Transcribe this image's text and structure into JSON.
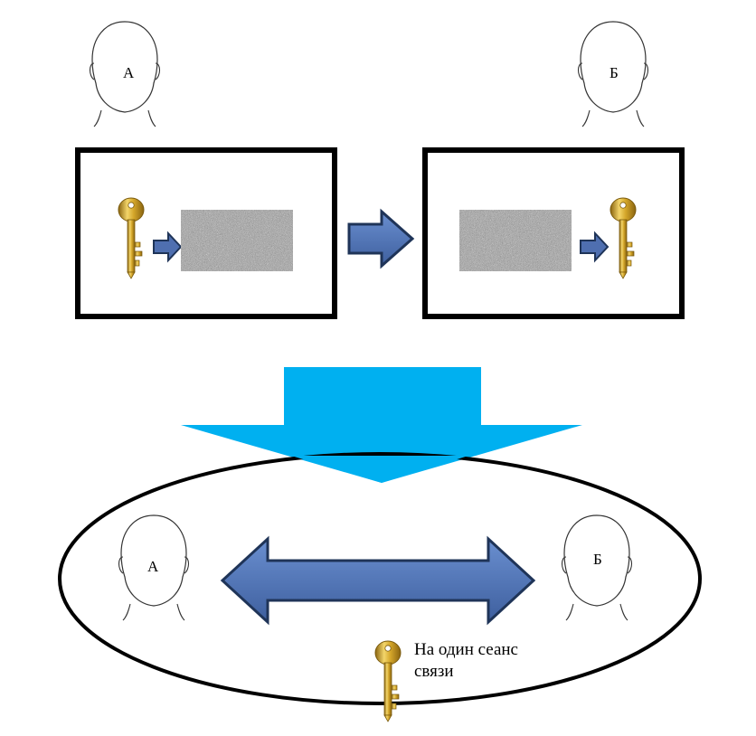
{
  "parties": {
    "a_label": "А",
    "b_label": "Б"
  },
  "session_key_caption": {
    "line1": "На один сеанс",
    "line2": "связи"
  },
  "colors": {
    "box_border": "#000000",
    "small_arrow_fill": "#4f6fb0",
    "small_arrow_stroke": "#1f3458",
    "big_down_arrow": "#00b0f0",
    "double_arrow_fill": "#4f74b8",
    "double_arrow_stroke": "#1f3458",
    "key_gold": "#d4a62a",
    "noise_gray": "#9a9a9a"
  },
  "icons": {
    "person": "person-head-icon",
    "key": "key-icon",
    "encrypted_block": "noise-block"
  }
}
